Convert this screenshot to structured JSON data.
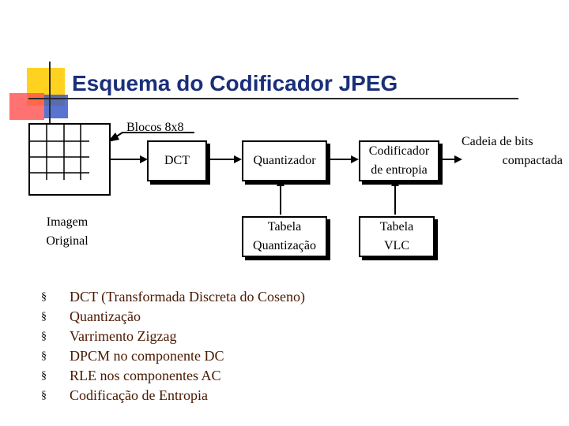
{
  "title": "Esquema do Codificador JPEG",
  "colors": {
    "title": "#1a2f7a",
    "bullets_text": "#4a1800",
    "deco_yellow": "#ffd21f",
    "deco_red": "#ff4f4f",
    "deco_blue": "#3c5ac8"
  },
  "diagram": {
    "blocks_label": "Blocos 8x8",
    "original_image": [
      "Imagem",
      "Original"
    ],
    "dct": "DCT",
    "quantizer": "Quantizador",
    "entropy_coder": [
      "Codificador",
      "de entropia"
    ],
    "quant_table": [
      "Tabela",
      "Quantização"
    ],
    "vlc_table": [
      "Tabela",
      "VLC"
    ],
    "output": [
      "Cadeia de bits",
      "compactada"
    ]
  },
  "bullet_glyph": "§",
  "bullets": [
    "DCT (Transformada Discreta do Coseno)",
    "Quantização",
    "Varrimento Zigzag",
    "DPCM no componente  DC",
    "RLE nos componentes  AC",
    "Codificação de Entropia"
  ]
}
